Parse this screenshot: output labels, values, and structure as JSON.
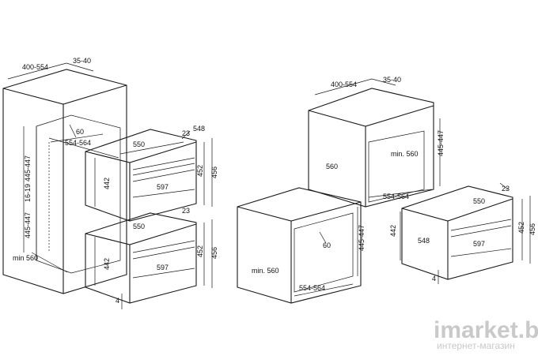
{
  "left_drawing": {
    "top_depth": "400-554",
    "top_gap": "35-40",
    "vent": "60",
    "inner_width": "554-564",
    "cavity_upper": "445-447",
    "spacer": "16-19",
    "cavity_lower": "445-447",
    "min_depth": "min 560",
    "upper_unit": {
      "depth": "548",
      "top_offset": "23",
      "inner_depth": "550",
      "height_inner": "442",
      "width": "597",
      "height_front": "452",
      "height_total": "456"
    },
    "lower_unit": {
      "top_offset": "23",
      "inner_depth": "550",
      "height_inner": "442",
      "width": "597",
      "height_front": "452",
      "height_total": "456",
      "bottom_gap": "4"
    }
  },
  "right_drawing": {
    "top_depth": "400-554",
    "top_gap": "35-40",
    "cab_depth": "560",
    "cab_min": "min. 560",
    "cab_height": "445-447",
    "cab_width": "554-564",
    "base_vent": "60",
    "base_min": "min. 560",
    "base_height": "445-447",
    "base_width": "554-564",
    "unit": {
      "top_offset": "23",
      "inner_depth": "550",
      "height_inner": "442",
      "depth": "548",
      "width": "597",
      "height_front": "452",
      "height_total": "456",
      "bottom_gap": "4"
    }
  },
  "watermark": {
    "brand": "imarket.by",
    "tagline": "интернет-магазин"
  }
}
